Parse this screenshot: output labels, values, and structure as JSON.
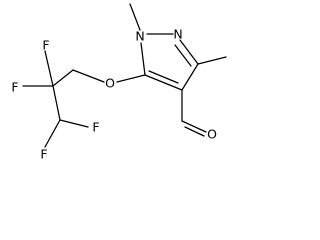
{
  "molecule": {
    "atoms": {
      "n1": "N",
      "n2": "N",
      "o_ether": "O",
      "o_aldehyde": "O",
      "f1": "F",
      "f2": "F",
      "f3": "F",
      "f4": "F"
    }
  }
}
